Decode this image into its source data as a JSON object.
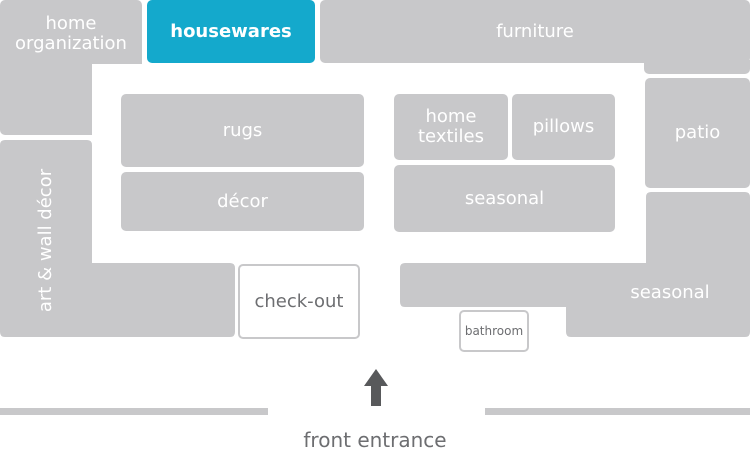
{
  "colors": {
    "block": "#c8c8ca",
    "highlight": "#14a9cc",
    "text_on_block": "#ffffff",
    "text_dark": "#6d6e71"
  },
  "departments": {
    "home_organization": "home\norganization",
    "housewares": "housewares",
    "furniture": "furniture",
    "rugs": "rugs",
    "decor": "décor",
    "home_textiles": "home\ntextiles",
    "pillows": "pillows",
    "seasonal_center": "seasonal",
    "patio": "patio",
    "art_wall_decor": "art & wall décor",
    "check_out": "check-out",
    "seasonal_right": "seasonal",
    "bathroom": "bathroom"
  },
  "entrance": {
    "label": "front entrance",
    "icon": "up-arrow-icon"
  }
}
